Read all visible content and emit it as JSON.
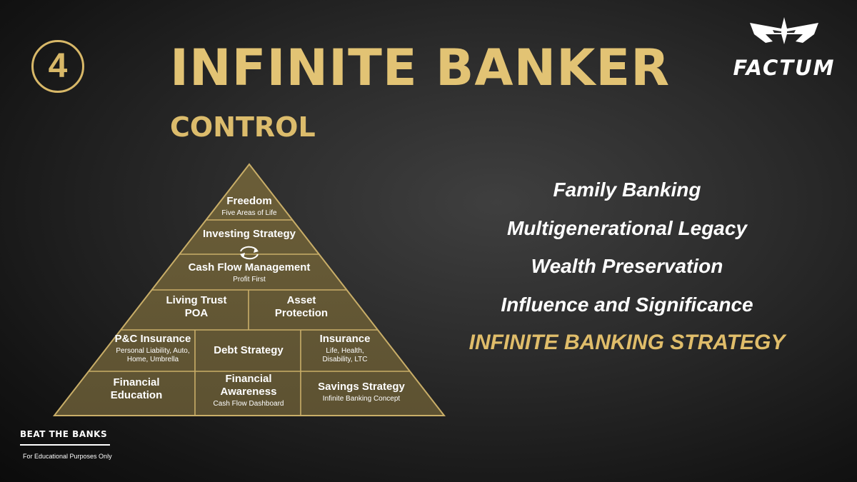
{
  "step_number": "4",
  "title": "INFINITE BANKER",
  "subtitle": "CONTROL",
  "logo": {
    "text": "FACTUM",
    "icon": "winged-emblem-icon"
  },
  "pyramid": {
    "tiers": [
      {
        "cells": [
          {
            "title": "Freedom",
            "detail": "Five Areas of Life"
          }
        ]
      },
      {
        "cells": [
          {
            "title": "Investing Strategy",
            "icon": "cycle-arrows-icon"
          }
        ]
      },
      {
        "cells": [
          {
            "title": "Cash Flow Management",
            "detail": "Profit First"
          }
        ]
      },
      {
        "cells": [
          {
            "title": "Living Trust\nPOA"
          },
          {
            "title": "Asset\nProtection"
          }
        ]
      },
      {
        "cells": [
          {
            "title": "P&C Insurance",
            "detail": "Personal Liability, Auto,\nHome, Umbrella"
          },
          {
            "title": "Debt Strategy"
          },
          {
            "title": "Insurance",
            "detail": "Life, Health,\nDisability, LTC"
          }
        ]
      },
      {
        "cells": [
          {
            "title": "Financial\nEducation"
          },
          {
            "title": "Financial\nAwareness",
            "detail": "Cash Flow Dashboard"
          },
          {
            "title": "Savings Strategy",
            "detail": "Infinite Banking Concept"
          }
        ]
      }
    ],
    "colors": {
      "fill": "#5d5232",
      "border": "#c9ae68",
      "text": "#ffffff"
    }
  },
  "benefits": [
    {
      "label": "Family Banking",
      "highlight": false
    },
    {
      "label": "Multigenerational Legacy",
      "highlight": false
    },
    {
      "label": "Wealth Preservation",
      "highlight": false
    },
    {
      "label": "Influence and Significance",
      "highlight": false
    },
    {
      "label": "INFINITE BANKING STRATEGY",
      "highlight": true
    }
  ],
  "footer": {
    "brand": "BEAT THE BANKS",
    "disclaimer": "For Educational Purposes Only"
  },
  "colors": {
    "accent": "#e2c374",
    "background": "#1e1e1e",
    "text": "#ffffff"
  }
}
